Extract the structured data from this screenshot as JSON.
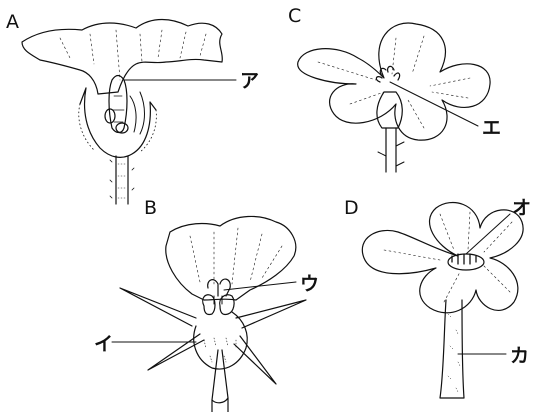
{
  "panels": {
    "a": {
      "letter": "A",
      "callout": "ア"
    },
    "b": {
      "letter": "B",
      "callouts": [
        "ウ",
        "イ"
      ]
    },
    "c": {
      "letter": "C",
      "callout": "エ"
    },
    "d": {
      "letter": "D",
      "callouts": [
        "オ",
        "カ"
      ]
    }
  }
}
